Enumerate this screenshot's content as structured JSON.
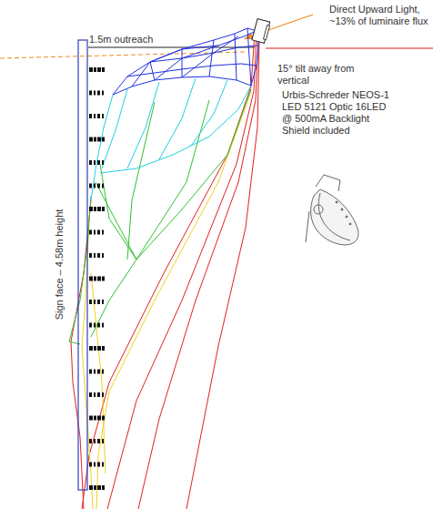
{
  "diagram": {
    "labels": [
      "Direct Upward Light, ~13% of luminaire flux",
      "1.5m outreach",
      "15° tilt away from vertical",
      "Urbis-Schreder NEOS-1 LED 5121 Optic 16LED @ 500mA Backlight Shield included",
      "Sign face – 4.58m height"
    ]
  }
}
